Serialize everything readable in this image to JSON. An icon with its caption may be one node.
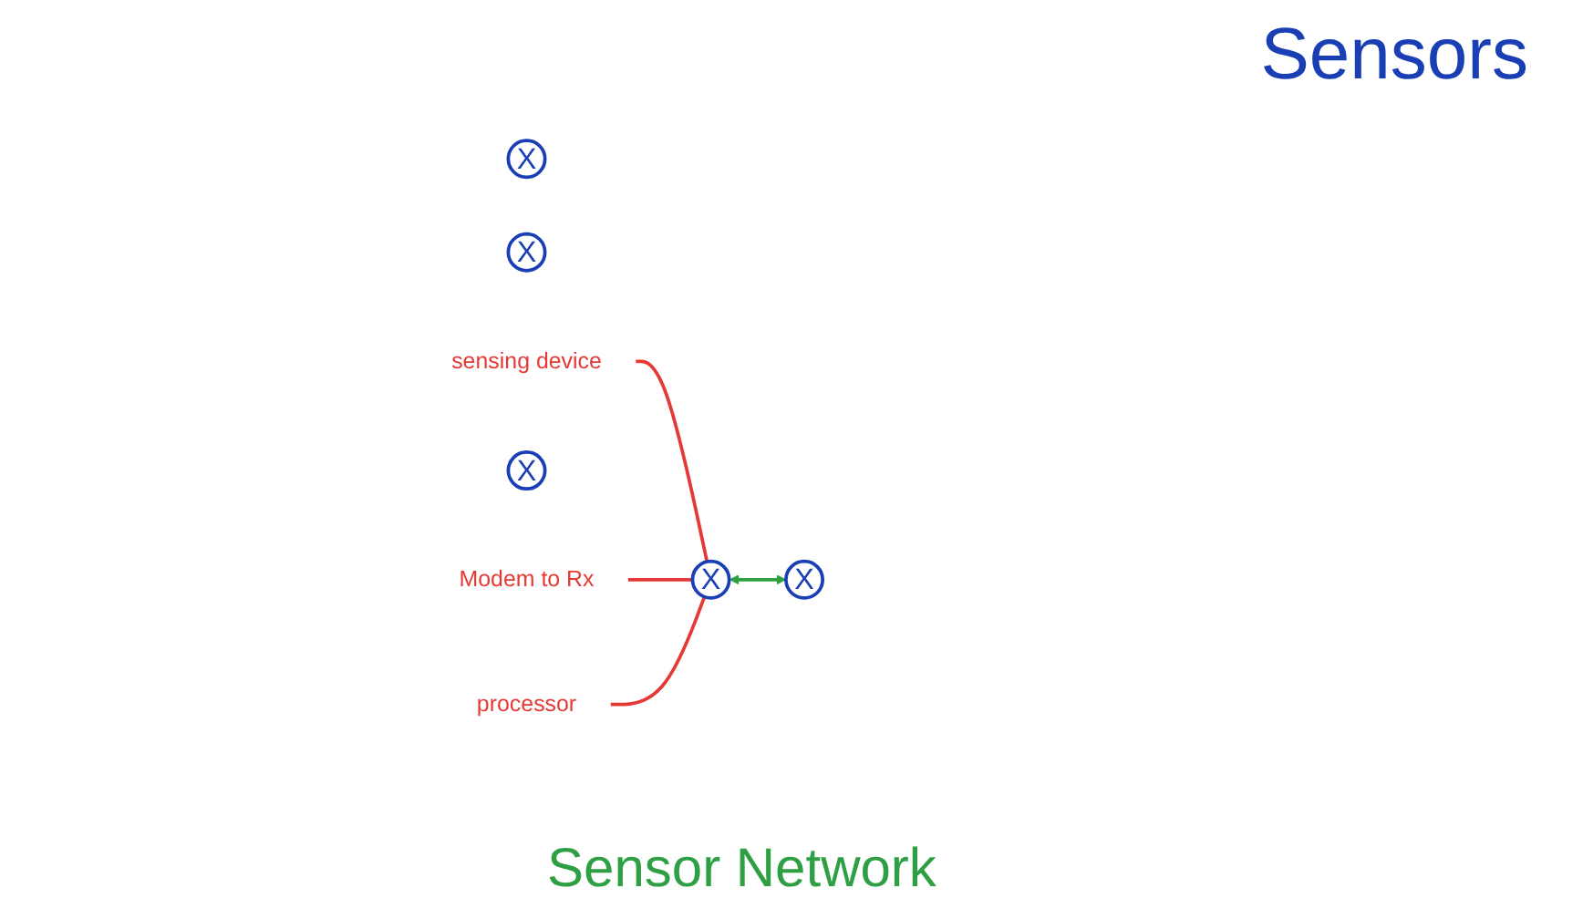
{
  "diagram": {
    "nodes": [
      {
        "text": [
          "X"
        ]
      },
      {
        "text": [
          "X"
        ]
      },
      {
        "text": [
          "sensing device"
        ]
      },
      {
        "text": [
          "X"
        ]
      },
      {
        "text": [
          "X"
        ]
      },
      {
        "text": [
          "X"
        ]
      },
      {
        "text": [
          "Modem to Rx"
        ]
      },
      {
        "text": [
          "processor"
        ]
      }
    ],
    "edges": [
      {
        "from": 3,
        "to": 4,
        "arrow": "both",
        "color": "#2ea043"
      },
      {
        "from": 2,
        "to": 3,
        "arrow": "none",
        "color": "#e53935"
      },
      {
        "from": 6,
        "to": 3,
        "arrow": "none",
        "color": "#e53935"
      },
      {
        "from": 7,
        "to": 3,
        "arrow": "none",
        "color": "#e53935"
      }
    ],
    "labels": [
      "Sensors",
      "Sensor Network"
    ]
  }
}
